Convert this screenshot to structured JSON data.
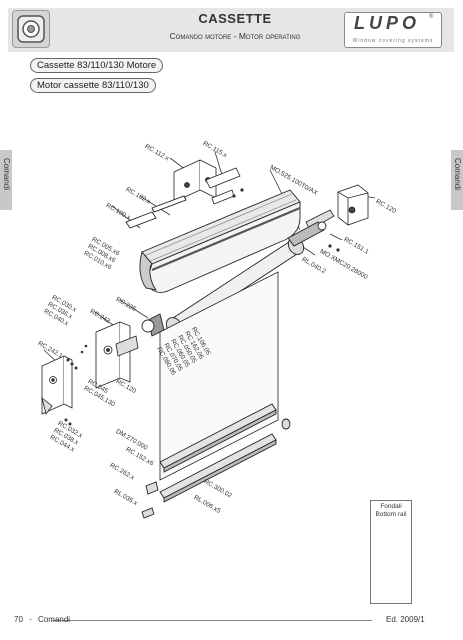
{
  "header": {
    "title": "CASSETTE",
    "subtitle": "Comando motore - Motor operating",
    "brand": "LUPO",
    "brand_registered": "®",
    "brand_tagline": "Window covering systems"
  },
  "pills": [
    "Cassette 83/110/130 Motore",
    "Motor cassette 83/110/130"
  ],
  "side_tabs": {
    "left": "Comandi",
    "right": "Comandi"
  },
  "part_labels": {
    "rc112": "RC.112.x",
    "rc115": "RC.115.x",
    "mo525": "MO.525.100T0/AX",
    "rc102": "RC.102.x",
    "rc100": "RC.100.x",
    "rc120_right": "RC.120",
    "rc151": "RC.151.1",
    "moxmc": "MO.XMC20.28000",
    "rl040": "RL.040.2",
    "rc005_group": [
      "RC.005.x6",
      "RC.008.x6",
      "RC.010.x6"
    ],
    "rc226": "RC.226",
    "rc030_group": [
      "RC.030.x",
      "RC.036.x",
      "RC.040.x"
    ],
    "rc242_1": "RC.242.1",
    "rc242": "RC.242",
    "rc106_group": [
      "RC.106.05",
      "RC.162.06",
      "RC.050.05",
      "RC.060.05",
      "RC.070.05",
      "RC.080.06"
    ],
    "rc120_left": "RC.120",
    "rc045_group": [
      "RC.045",
      "RC.045.130"
    ],
    "rc032_group": [
      "RC.032.x",
      "RC.038.x",
      "RC.044.x"
    ],
    "dm270": "DM.270.000",
    "rc152": "RC.152.x6",
    "rc262": "RC.262.x",
    "rc300": "RC.300.02",
    "rl006": "RL.006.x5",
    "rl035": "RL.035.x"
  },
  "fondali": {
    "title_it": "Fondali",
    "title_en": "Bottom rail"
  },
  "footer": {
    "page_number": "70",
    "separator": "-",
    "section": "Comandi",
    "edition": "Ed. 2009/1"
  }
}
